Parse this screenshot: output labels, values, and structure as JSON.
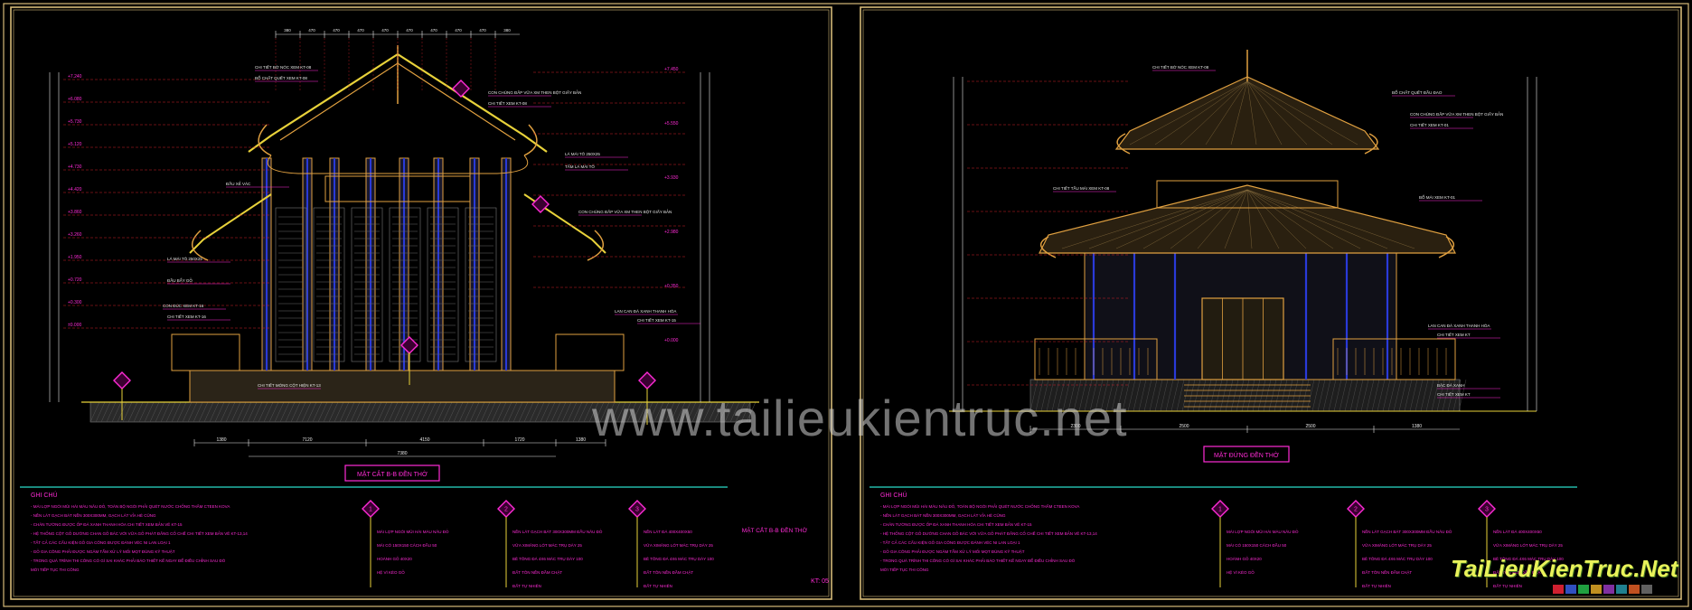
{
  "colors": {
    "frame": "#d4b978",
    "teal": "#22b8a8",
    "magenta": "#ff2bd6",
    "red": "#d0202a",
    "blue": "#2a3ad8",
    "yellow": "#e8d23a",
    "orange": "#e0a040",
    "grey": "#7a7a7a",
    "white": "#e8e8e8"
  },
  "left_sheet": {
    "drawing_title": "MẶT CẮT B-B ĐỀN THỜ",
    "sheet_name": "MẶT CẮT B-B ĐỀN THỜ",
    "sheet_code": "KT: 05",
    "top_dims": [
      "380",
      "470",
      "470",
      "470",
      "470",
      "470",
      "470",
      "470",
      "470",
      "380"
    ],
    "bottom_dims": [
      "1380",
      "7120",
      "4150",
      "1720",
      "1380"
    ],
    "bottom_total": "7380",
    "level_labels": [
      "+7.240",
      "+6.080",
      "+5.730",
      "+5.120",
      "+4.730",
      "+4.420",
      "+3.860",
      "+3.260",
      "+1.950",
      "+0.720",
      "+0.300",
      "±0.000",
      "+7.450",
      "+5.550",
      "+3.930",
      "+2.980",
      "+0.350",
      "+0.000"
    ],
    "annotations": [
      "CHI TIẾT BỜ NÓC XEM KT-08",
      "BỔ CHẤT QUẾT XEM KT-08",
      "CON CHÙNG ĐẮP VỮA XM THEN BỘT GIẤY BẢN",
      "CHI TIẾT XEM KT-08",
      "LÁ MÁI TÔ 250X25",
      "TẤM LÁ MÁI TÔ",
      "ĐẦU XẺ VÁC",
      "CON ĐÚC XEM KT-16",
      "CON CHÙNG ĐẮP VỮA XM THEN BỘT GIẤY BẢN",
      "LAN CAN ĐÁ XANH THANH HÓA",
      "CHI TIẾT XEM KT-15",
      "LÁ MÁI TÔ 250X25",
      "ĐẦU BẨY GỖ",
      "CHI TIẾT XEM KT-16",
      "CHI TIẾT MÓNG CỘT HIỆN KT-13"
    ]
  },
  "right_sheet": {
    "drawing_title": "MẶT ĐỨNG ĐỀN THỜ",
    "dims": [
      "2300",
      "2500",
      "2500",
      "1380"
    ],
    "annotations": [
      "CHI TIẾT BỜ NÓC XEM KT-08",
      "BỔ CHẤT QUẾT ĐẦU ĐAO",
      "CON CHÙNG ĐẮP VỮA XM THEN BỘT GIẤY BẢN",
      "CHI TIẾT XEM KT-01",
      "CHI TIẾT TẦU MÁI XEM KT-08",
      "BỔ MÁI XEM KT-01",
      "LAN CAN ĐÁ XANH THANH HÓA",
      "CHI TIẾT XEM KT",
      "BẬC ĐÁ XANH",
      "CHI TIẾT XEM KT"
    ]
  },
  "notes": {
    "heading": "GHI CHÚ",
    "lines": [
      "- MÁI LỢP NGÓI MŨI HÀI MÀU NÂU ĐỎ, TOÀN BỘ NGÓI PHẢI QUÉT NƯỚC CHỐNG THẤM CTEEN KOVA",
      "- NỀN LÁT GẠCH BÁT NỀN 300X300MM, GẠCH LÁT VỈA HÈ CŨNG",
      "- CHÂN TƯỜNG ĐƯỢC ỐP ĐÁ XANH THANH HÓA CHI TIẾT XEM BẢN VẼ KT-15",
      "- HỆ THỐNG CỘT GỖ DƯỚNG CHAN GỖ BÁC VỚI VỮA GỖ PHÁT ĐẰNG CỐ CHẾ CHI TIẾT XEM BẢN VẼ KT-13,14",
      "- TẤT CẢ CÁC CẤU KIỆN GỖ GIA CÔNG ĐƯỢC ĐÁNH VÉC NI LAN LOẠI 1",
      "- GỖ GIA CÔNG PHẢI ĐƯỢC NGÂM TẨM XỬ LÝ MỐI MỌT ĐÚNG KỸ THUẬT",
      "- TRONG QUÁ TRÌNH THI CÔNG CÓ GÌ SAI KHÁC PHẢI BÁO THIẾT KẾ NGAY ĐỂ ĐIỀU CHỈNH SAU ĐÓ",
      "  MỚI TIẾP TỤC THI CÔNG"
    ],
    "legend_a": [
      "MÁI LỢP NGÓI MŨI HÀI MÀU NÂU ĐỎ",
      "MÁI CÓ 150X150 CÁCH ĐẦU 50",
      "HOÀNH GỖ 40X20",
      "HỆ VÌ KÈO GỖ"
    ],
    "legend_b": [
      "NỀN LÁT GẠCH BÁT 300X300MM ĐẦU NÂU ĐỎ",
      "VỮA XIMĂNG LÓT MÁC TRỤ DÀY 25",
      "BÊ TÔNG ĐÁ 4X6 MÁC TRỤ DÀY 100",
      "ĐẤT TÔN NỀN ĐẦM CHẶT",
      "ĐẤT TỰ NHIÊN"
    ],
    "legend_c": [
      "NỀN LÁT ĐÁ 400X400X50",
      "VỮA XIMĂNG LÓT MÁC TRỤ DÀY 25",
      "BÊ TÔNG ĐÁ 4X6 MÁC TRỤ DÀY 100",
      "ĐẤT TÔN NỀN ĐẦM CHẶT",
      "ĐẤT TỰ NHIÊN"
    ],
    "markers": [
      "1",
      "2",
      "3"
    ]
  },
  "watermark": "www.tailieukientruc.net",
  "brand": "TaiLieuKienTruc.Net",
  "swatch_colors": [
    "#d02030",
    "#3050c0",
    "#20a040",
    "#c09020",
    "#8030a0",
    "#208090",
    "#c05020",
    "#606060"
  ]
}
